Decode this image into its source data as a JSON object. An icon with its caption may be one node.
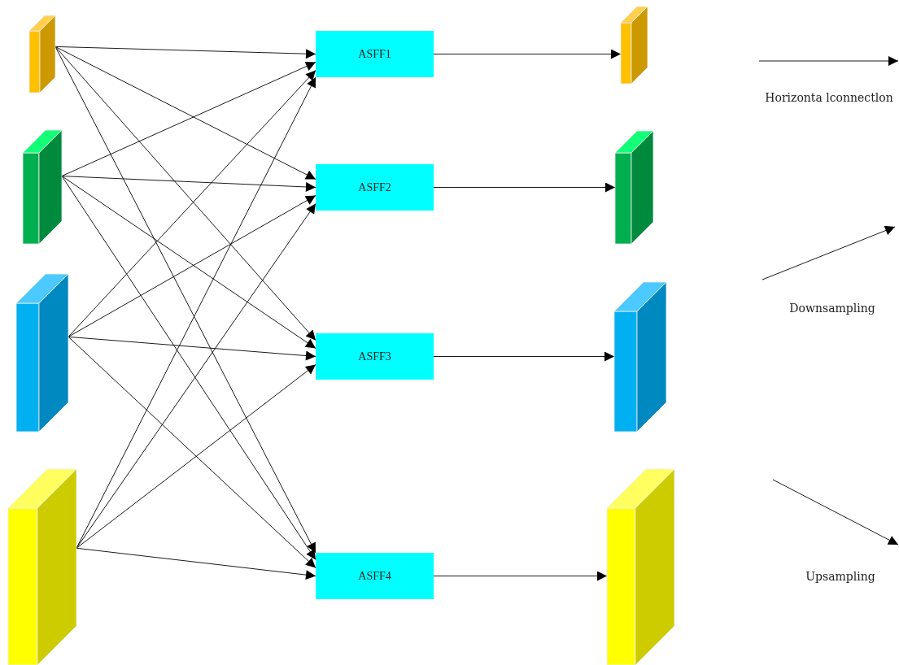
{
  "diagram": {
    "nodes": [
      {
        "text": [],
        "shape": "box"
      },
      {
        "text": [],
        "shape": "box"
      },
      {
        "text": [],
        "shape": "box"
      },
      {
        "text": [],
        "shape": "box"
      },
      {
        "text": [
          "ASFF1"
        ]
      },
      {
        "text": [
          "ASFF2"
        ]
      },
      {
        "text": [
          "ASFF3"
        ]
      },
      {
        "text": [
          "ASFF4"
        ]
      },
      {
        "text": [],
        "shape": "box"
      },
      {
        "text": [],
        "shape": "box"
      },
      {
        "text": [],
        "shape": "box"
      },
      {
        "text": [],
        "shape": "box"
      }
    ],
    "edges": [
      {
        "from": 0,
        "to": 4,
        "arrow": "to"
      },
      {
        "from": 0,
        "to": 5,
        "arrow": "to"
      },
      {
        "from": 0,
        "to": 6,
        "arrow": "to"
      },
      {
        "from": 0,
        "to": 7,
        "arrow": "to"
      },
      {
        "from": 1,
        "to": 4,
        "arrow": "to"
      },
      {
        "from": 1,
        "to": 5,
        "arrow": "to"
      },
      {
        "from": 1,
        "to": 6,
        "arrow": "to"
      },
      {
        "from": 1,
        "to": 7,
        "arrow": "to"
      },
      {
        "from": 2,
        "to": 4,
        "arrow": "to"
      },
      {
        "from": 2,
        "to": 5,
        "arrow": "to"
      },
      {
        "from": 2,
        "to": 6,
        "arrow": "to"
      },
      {
        "from": 2,
        "to": 7,
        "arrow": "to"
      },
      {
        "from": 3,
        "to": 4,
        "arrow": "to"
      },
      {
        "from": 3,
        "to": 5,
        "arrow": "to"
      },
      {
        "from": 3,
        "to": 6,
        "arrow": "to"
      },
      {
        "from": 3,
        "to": 7,
        "arrow": "to"
      },
      {
        "from": 4,
        "to": 8,
        "arrow": "to"
      },
      {
        "from": 5,
        "to": 9,
        "arrow": "to"
      },
      {
        "from": 6,
        "to": 10,
        "arrow": "to"
      },
      {
        "from": 7,
        "to": 11,
        "arrow": "to"
      }
    ],
    "legend": [
      {
        "text": "Horizonta lconnectlon"
      },
      {
        "text": "Downsampling"
      },
      {
        "text": "Upsampling"
      }
    ]
  }
}
